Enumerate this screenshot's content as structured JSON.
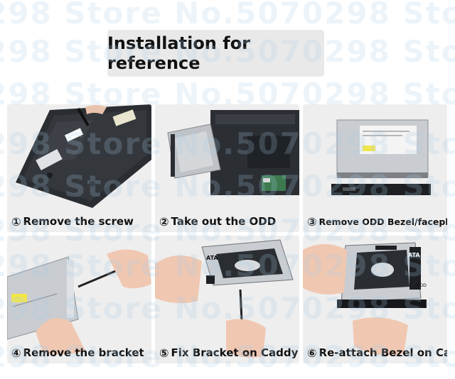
{
  "title": "Installation for reference",
  "watermark": "298 Store No.5070298 Store No.5070298 Store No.5070298",
  "steps": [
    {
      "num": "①",
      "label": "Remove the screw"
    },
    {
      "num": "②",
      "label": "Take out the ODD"
    },
    {
      "num": "③",
      "label": "Remove ODD Bezel/faceplate"
    },
    {
      "num": "④",
      "label": "Remove the bracket"
    },
    {
      "num": "⑤",
      "label": "Fix Bracket on Caddy"
    },
    {
      "num": "⑥",
      "label": "Re-attach Bezel on Caddy"
    }
  ],
  "caddy_label": "ATA",
  "caddy_sublabel": "HDD",
  "colors": {
    "panel_bg": "#eeeeee",
    "title_bg": "#e9e9e9",
    "laptop": "#2a2d31",
    "metal": "#c9ccd0",
    "skin": "#f0c7b1",
    "sticker": "#f2e64a"
  }
}
